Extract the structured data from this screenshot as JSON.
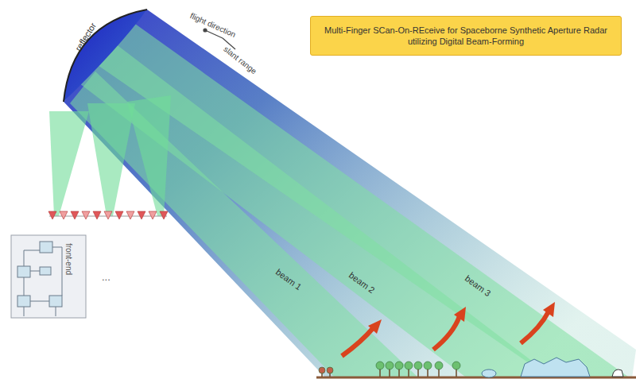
{
  "diagram": {
    "title": "Multi-Finger SCan-On-REceive for Spaceborne Synthetic Aperture Radar utilizing Digital Beam-Forming",
    "nodes": [
      {
        "text": [
          "front-end"
        ]
      }
    ],
    "labels": [
      "reflector",
      "flight direction",
      "slant range",
      "beam 1",
      "beam 2",
      "beam 3",
      "..."
    ]
  }
}
